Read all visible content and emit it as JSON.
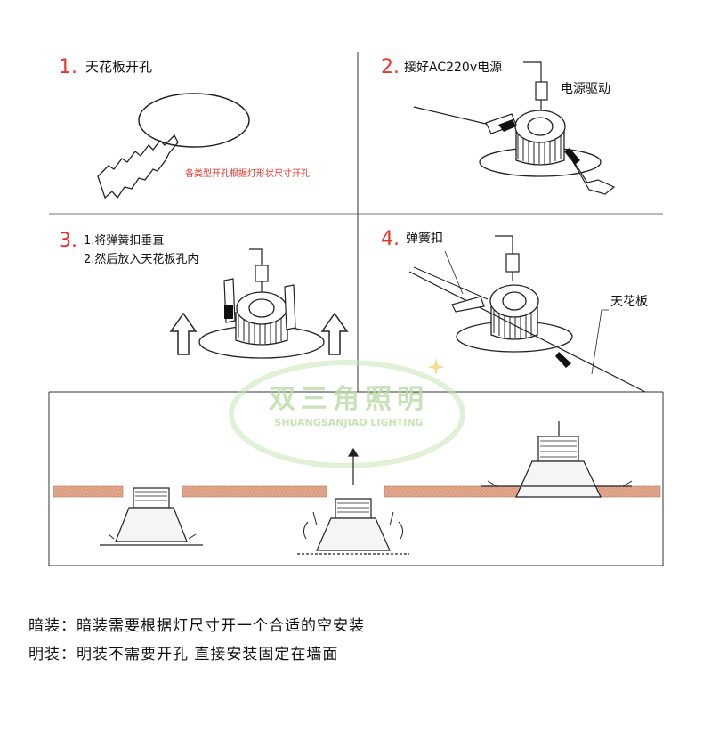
{
  "steps": {
    "s1": {
      "num": "1.",
      "label": "天花板开孔",
      "note": "各类型开孔根据灯形状尺寸开孔"
    },
    "s2": {
      "num": "2.",
      "label": "接好AC220v电源",
      "driver": "电源驱动"
    },
    "s3": {
      "num": "3.",
      "line1": "1.将弹簧扣垂直",
      "line2": "2.然后放入天花板孔内"
    },
    "s4": {
      "num": "4.",
      "label": "弹簧扣",
      "ceiling": "天花板"
    }
  },
  "watermark": {
    "cn": "双三角照明",
    "en": "SHUANGSANJIAO LIGHTING"
  },
  "captions": {
    "recessed": "暗装：暗装需要根据灯尺寸开一个合适的空安装",
    "surface": "明装：明装不需要开孔 直接安装固定在墙面"
  },
  "colors": {
    "step_number": "#e8332a",
    "note": "#e8332a",
    "ceiling_fill": "#e3a990",
    "watermark": "#b9dca4"
  }
}
